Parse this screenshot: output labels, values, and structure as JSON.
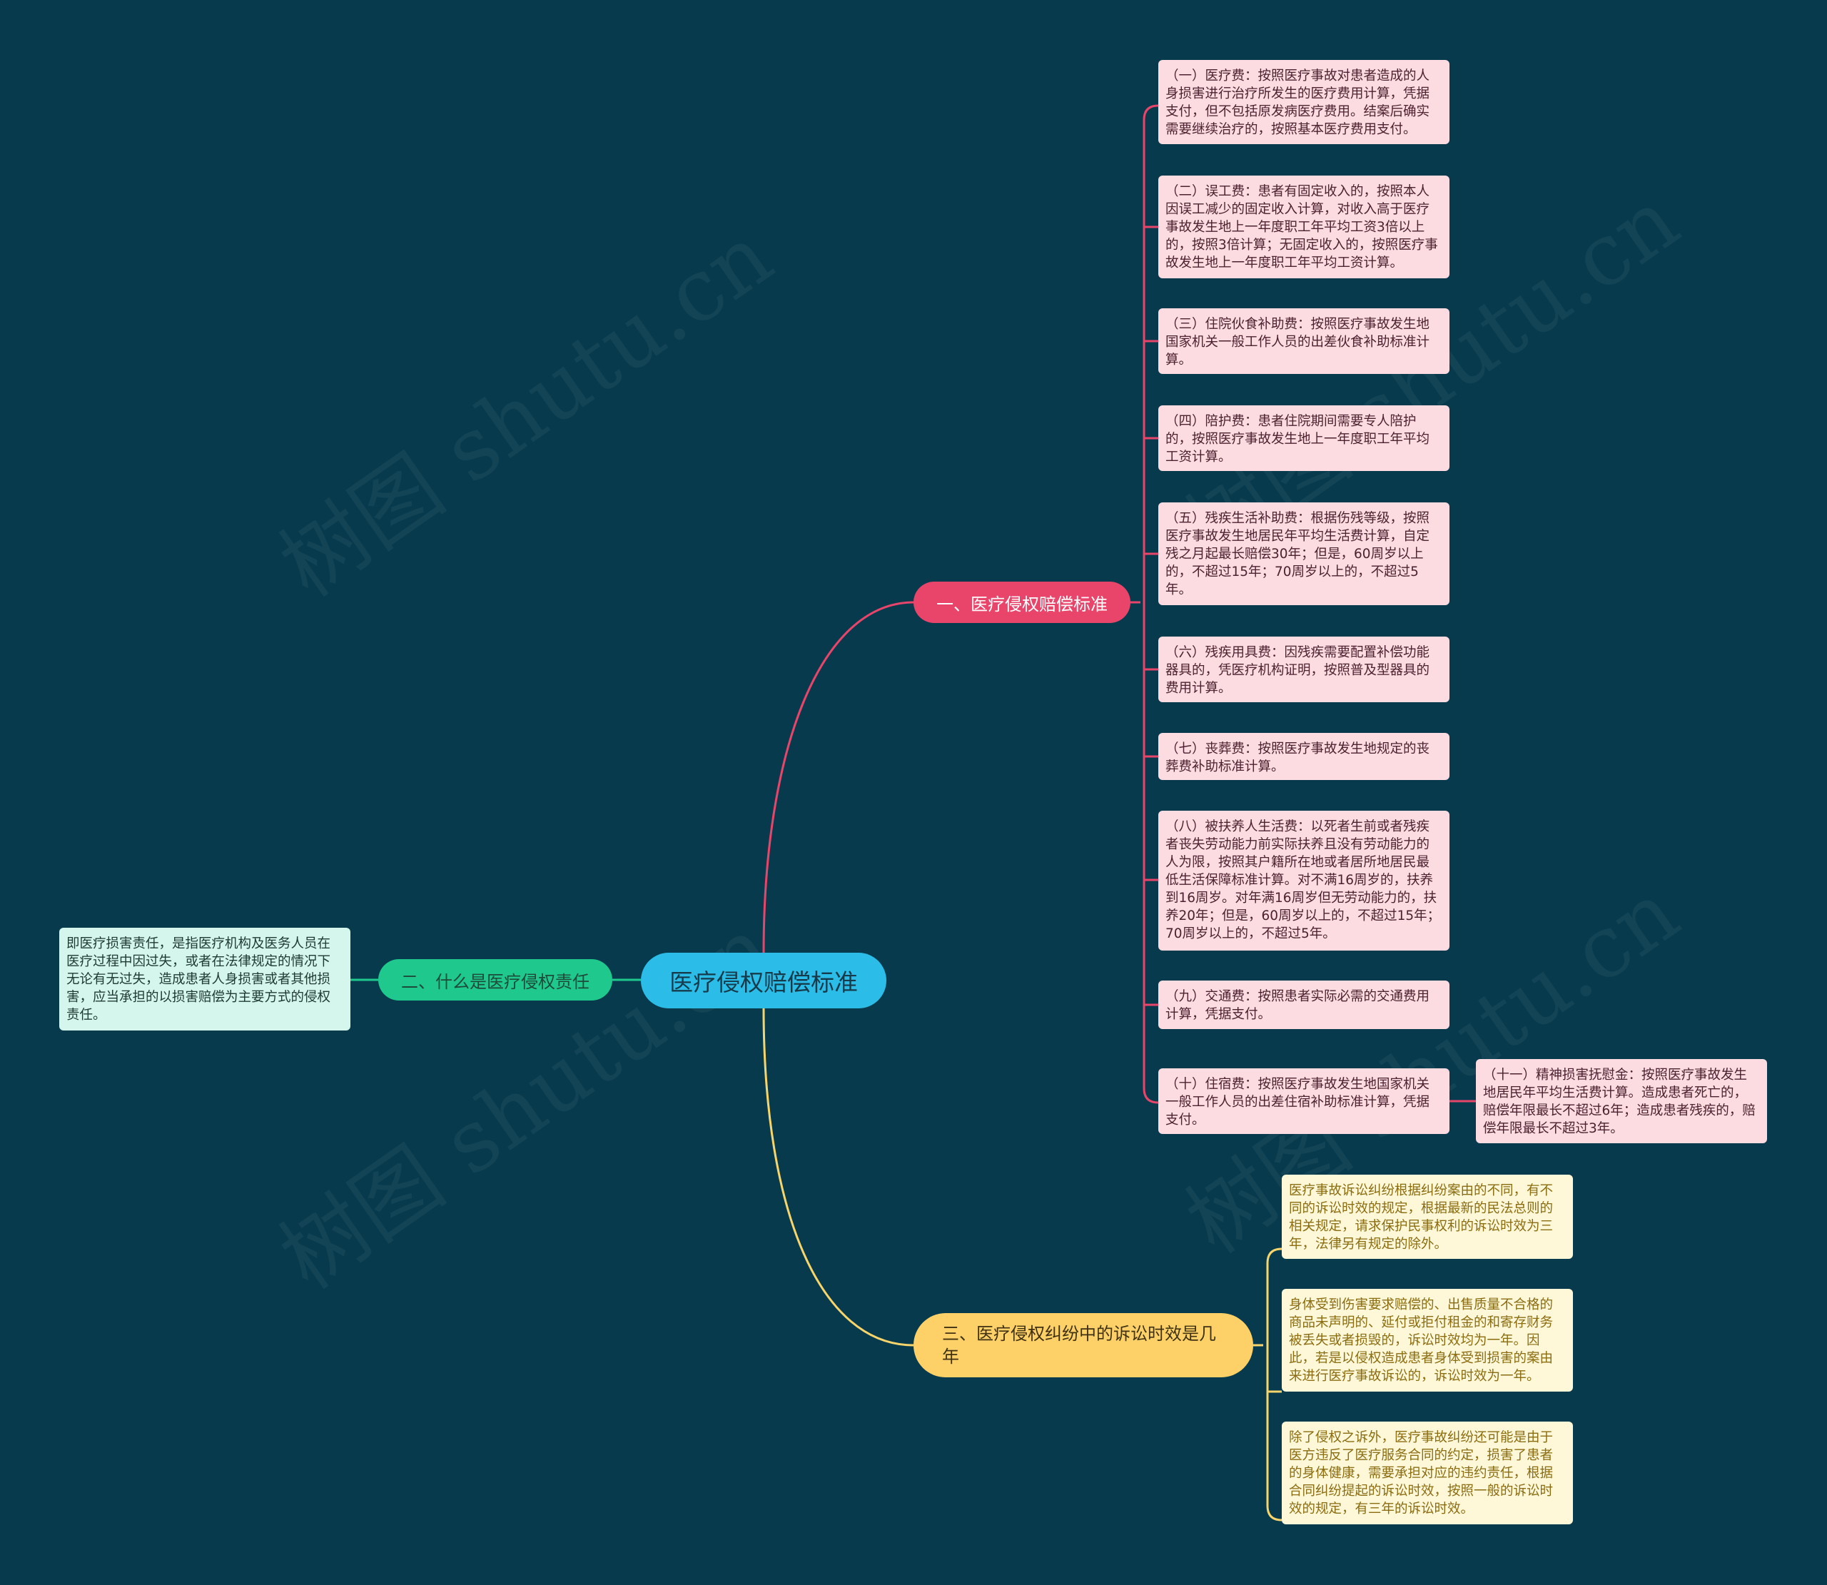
{
  "root": {
    "label": "医疗侵权赔偿标准"
  },
  "branches": [
    {
      "label": "一、医疗侵权赔偿标准",
      "color": "#e9456b"
    },
    {
      "label": "二、什么是医疗侵权责任",
      "color": "#1fc98d"
    },
    {
      "label": "三、医疗侵权纠纷中的诉讼时效是几年",
      "color": "#fdd167"
    }
  ],
  "branch1_items": [
    "（一）医疗费：按照医疗事故对患者造成的人身损害进行治疗所发生的医疗费用计算，凭据支付，但不包括原发病医疗费用。结案后确实需要继续治疗的，按照基本医疗费用支付。",
    "（二）误工费：患者有固定收入的，按照本人因误工减少的固定收入计算，对收入高于医疗事故发生地上一年度职工年平均工资3倍以上的，按照3倍计算；无固定收入的，按照医疗事故发生地上一年度职工年平均工资计算。",
    "（三）住院伙食补助费：按照医疗事故发生地国家机关一般工作人员的出差伙食补助标准计算。",
    "（四）陪护费：患者住院期间需要专人陪护的，按照医疗事故发生地上一年度职工年平均工资计算。",
    "（五）残疾生活补助费：根据伤残等级，按照医疗事故发生地居民年平均生活费计算，自定残之月起最长赔偿30年；但是，60周岁以上的，不超过15年；70周岁以上的，不超过5年。",
    "（六）残疾用具费：因残疾需要配置补偿功能器具的，凭医疗机构证明，按照普及型器具的费用计算。",
    "（七）丧葬费：按照医疗事故发生地规定的丧葬费补助标准计算。",
    "（八）被扶养人生活费：以死者生前或者残疾者丧失劳动能力前实际扶养且没有劳动能力的人为限，按照其户籍所在地或者居所地居民最低生活保障标准计算。对不满16周岁的，扶养到16周岁。对年满16周岁但无劳动能力的，扶养20年；但是，60周岁以上的，不超过15年；70周岁以上的，不超过5年。",
    "（九）交通费：按照患者实际必需的交通费用计算，凭据支付。",
    "（十）住宿费：按照医疗事故发生地国家机关一般工作人员的出差住宿补助标准计算，凭据支付。"
  ],
  "branch1_extra": "（十一）精神损害抚慰金：按照医疗事故发生地居民年平均生活费计算。造成患者死亡的，赔偿年限最长不超过6年；造成患者残疾的，赔偿年限最长不超过3年。",
  "branch2_items": [
    "即医疗损害责任，是指医疗机构及医务人员在医疗过程中因过失，或者在法律规定的情况下无论有无过失，造成患者人身损害或者其他损害，应当承担的以损害赔偿为主要方式的侵权责任。"
  ],
  "branch3_items": [
    "医疗事故诉讼纠纷根据纠纷案由的不同，有不同的诉讼时效的规定，根据最新的民法总则的相关规定，请求保护民事权利的诉讼时效为三年，法律另有规定的除外。",
    "身体受到伤害要求赔偿的、出售质量不合格的商品未声明的、延付或拒付租金的和寄存财务被丢失或者损毁的，诉讼时效均为一年。因此，若是以侵权造成患者身体受到损害的案由来进行医疗事故诉讼的，诉讼时效为一年。",
    "除了侵权之诉外，医疗事故纠纷还可能是由于医方违反了医疗服务合同的约定，损害了患者的身体健康，需要承担对应的违约责任，根据合同纠纷提起的诉讼时效，按照一般的诉讼时效的规定，有三年的诉讼时效。"
  ],
  "colors": {
    "background": "#073a4d",
    "root": "#2bbde8",
    "leaf_pink": "#fcdbe1",
    "leaf_mint": "#d4f6ec",
    "leaf_cream": "#fef8d8",
    "line_root_b3": "#f7d56b"
  }
}
